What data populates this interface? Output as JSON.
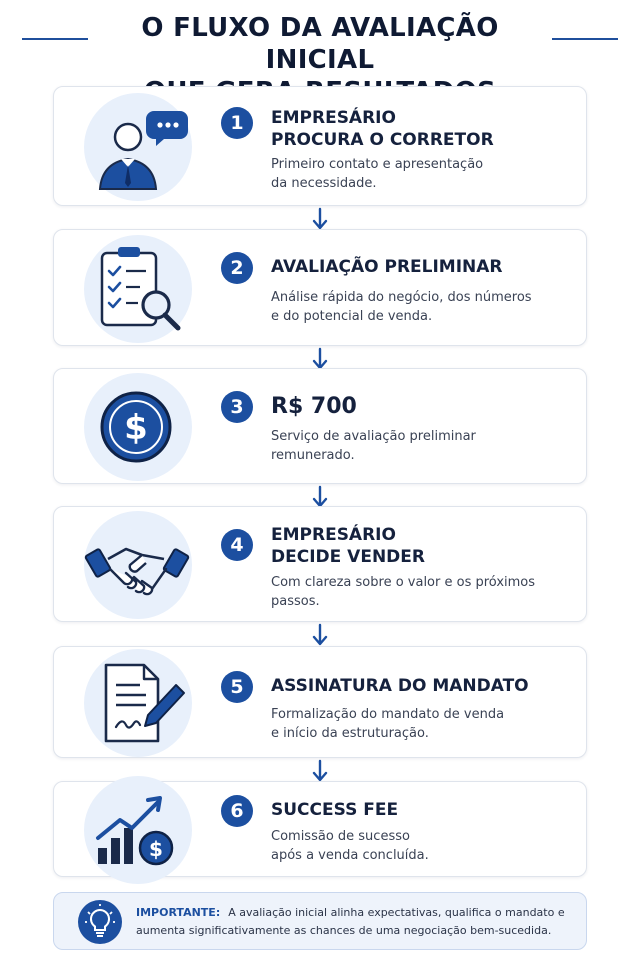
{
  "title": {
    "line1": "O FLUXO DA AVALIAÇÃO INICIAL",
    "line2": "QUE GERA RESULTADOS"
  },
  "steps": [
    {
      "number": "1",
      "title_lines": [
        "EMPRESÁRIO",
        "PROCURA O CORRETOR"
      ],
      "desc_lines": [
        "Primeiro contato e apresentação",
        "da necessidade."
      ],
      "icon": "businessman-chat-icon"
    },
    {
      "number": "2",
      "title_lines": [
        "AVALIAÇÃO PRELIMINAR"
      ],
      "desc_lines": [
        "Análise rápida do negócio, dos números",
        "e do potencial de venda."
      ],
      "icon": "clipboard-magnifier-icon"
    },
    {
      "number": "3",
      "title_lines": [
        "R$ 700"
      ],
      "desc_lines": [
        "Serviço de avaliação preliminar",
        "remunerado."
      ],
      "icon": "dollar-coin-icon"
    },
    {
      "number": "4",
      "title_lines": [
        "EMPRESÁRIO",
        "DECIDE VENDER"
      ],
      "desc_lines": [
        "Com clareza sobre o valor e os próximos",
        "passos."
      ],
      "icon": "handshake-icon"
    },
    {
      "number": "5",
      "title_lines": [
        "ASSINATURA DO MANDATO"
      ],
      "desc_lines": [
        "Formalização do mandato de venda",
        "e início da estruturação."
      ],
      "icon": "document-pen-icon"
    },
    {
      "number": "6",
      "title_lines": [
        "SUCCESS FEE"
      ],
      "desc_lines": [
        "Comissão de sucesso",
        "após a venda concluída."
      ],
      "icon": "growth-chart-dollar-icon"
    }
  ],
  "note": {
    "label": "IMPORTANTE:",
    "text": "A avaliação inicial alinha expectativas, qualifica o mandato e aumenta significativamente as chances de uma negociação bem-sucedida.",
    "icon": "lightbulb-icon"
  },
  "colors": {
    "accent": "#1c4fa0",
    "accent_light": "#e8f0fb",
    "border": "#dfe4ec",
    "text": "#15213d"
  }
}
